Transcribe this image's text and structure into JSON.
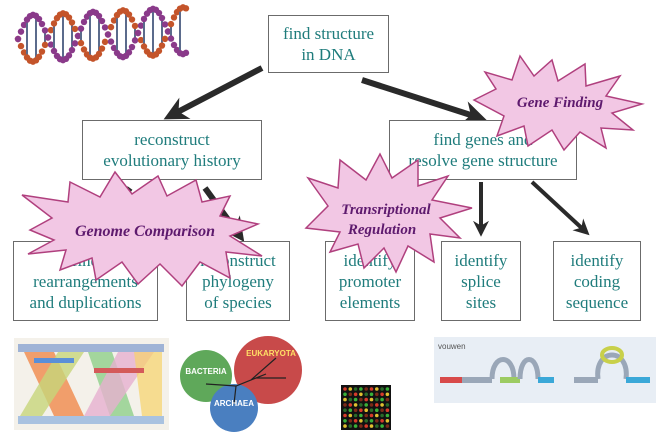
{
  "boxes": {
    "root": "find structure\nin DNA",
    "evolution": "reconstruct\nevolutionary history",
    "genes": "find genes and\nresolve gene structure",
    "rearrangements": "find\nrearrangements\nand duplications",
    "phylogeny": "reconstruct\nphylogeny\nof species",
    "promoter": "identify\npromoter\nelements",
    "splice": "identify\nsplice\nsites",
    "coding": "identify\ncoding\nsequence"
  },
  "bursts": {
    "gene_finding": "Gene Finding",
    "genome_comparison": "Genome Comparison",
    "transcriptional_regulation_1": "Transriptional",
    "transcriptional_regulation_2": "Regulation"
  },
  "thumbnails": {
    "tree_labels": [
      "BACTERIA",
      "EUKARYOTA",
      "ARCHAEA"
    ],
    "splice_caption": "vouwen"
  },
  "colors": {
    "box_text": "#1f7c7c",
    "box_border": "#6b6b6b",
    "arrow": "#2a2a2a",
    "burst_fill": "#f2c7e4",
    "burst_stroke": "#b0407e",
    "burst_text": "#5e1a6e"
  }
}
